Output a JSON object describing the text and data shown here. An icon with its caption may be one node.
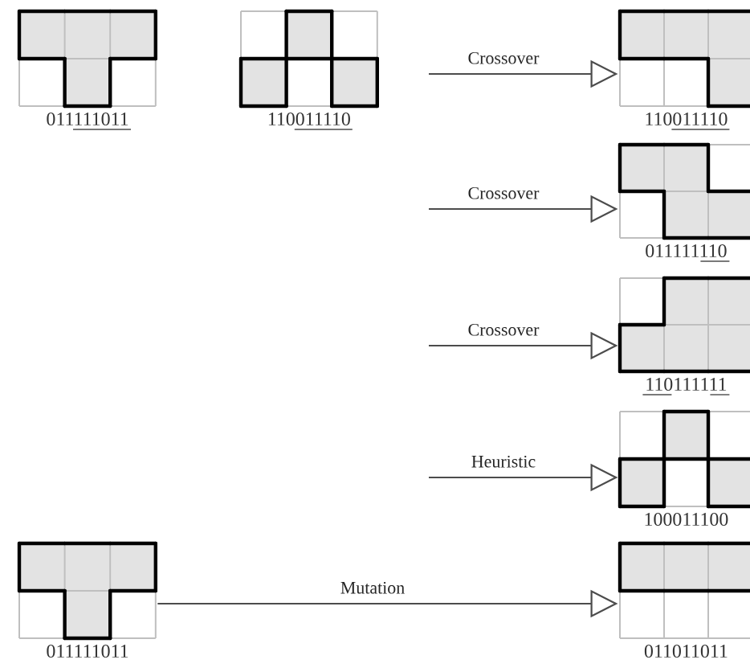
{
  "diagram": {
    "nodes": [
      {
        "text": [
          "011111011"
        ]
      },
      {
        "text": [
          "110011110"
        ]
      },
      {
        "text": [
          "110011110"
        ]
      },
      {
        "text": [
          "011111110"
        ]
      },
      {
        "text": [
          "110111111"
        ]
      },
      {
        "text": [
          "100011100"
        ]
      },
      {
        "text": [
          "011111011"
        ]
      },
      {
        "text": [
          "011011011"
        ]
      }
    ],
    "edges": [
      {
        "from": null,
        "to": 2,
        "arrow": "to",
        "label": "Crossover"
      },
      {
        "from": null,
        "to": 3,
        "arrow": "to",
        "label": "Crossover"
      },
      {
        "from": null,
        "to": 4,
        "arrow": "to",
        "label": "Crossover"
      },
      {
        "from": null,
        "to": 5,
        "arrow": "to",
        "label": "Heuristic"
      },
      {
        "from": 6,
        "to": 7,
        "arrow": "to",
        "label": "Mutation"
      }
    ]
  }
}
